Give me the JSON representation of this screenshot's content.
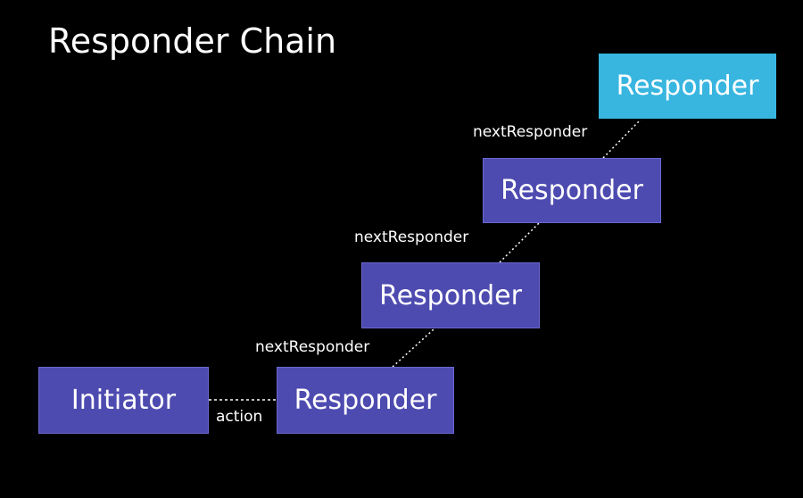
{
  "title": "Responder Chain",
  "nodes": {
    "initiator": "Initiator",
    "responder1": "Responder",
    "responder2": "Responder",
    "responder3": "Responder",
    "responder4": "Responder"
  },
  "edges": {
    "action": "action",
    "next1": "nextResponder",
    "next2": "nextResponder",
    "next3": "nextResponder"
  },
  "colors": {
    "background": "#000000",
    "responder": "#4e4bb0",
    "final_responder": "#38b6e0",
    "text": "#ffffff"
  }
}
